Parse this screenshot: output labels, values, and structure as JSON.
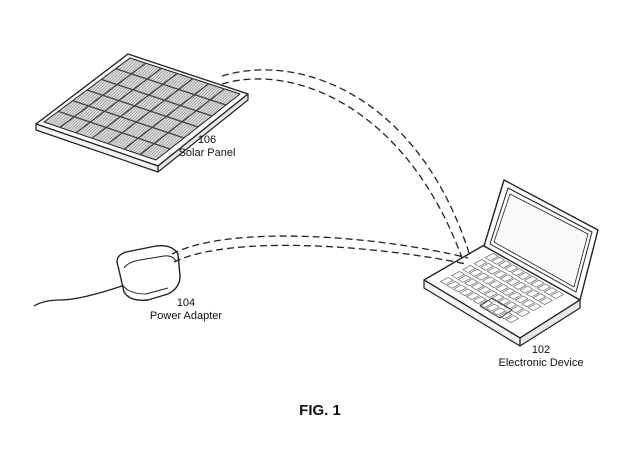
{
  "figure": {
    "caption": "FIG. 1"
  },
  "components": {
    "solar_panel": {
      "number": "106",
      "name": "Solar Panel"
    },
    "power_adapter": {
      "number": "104",
      "name": "Power Adapter"
    },
    "electronic_device": {
      "number": "102",
      "name": "Electronic Device"
    }
  },
  "cable_style": "double-dashed"
}
